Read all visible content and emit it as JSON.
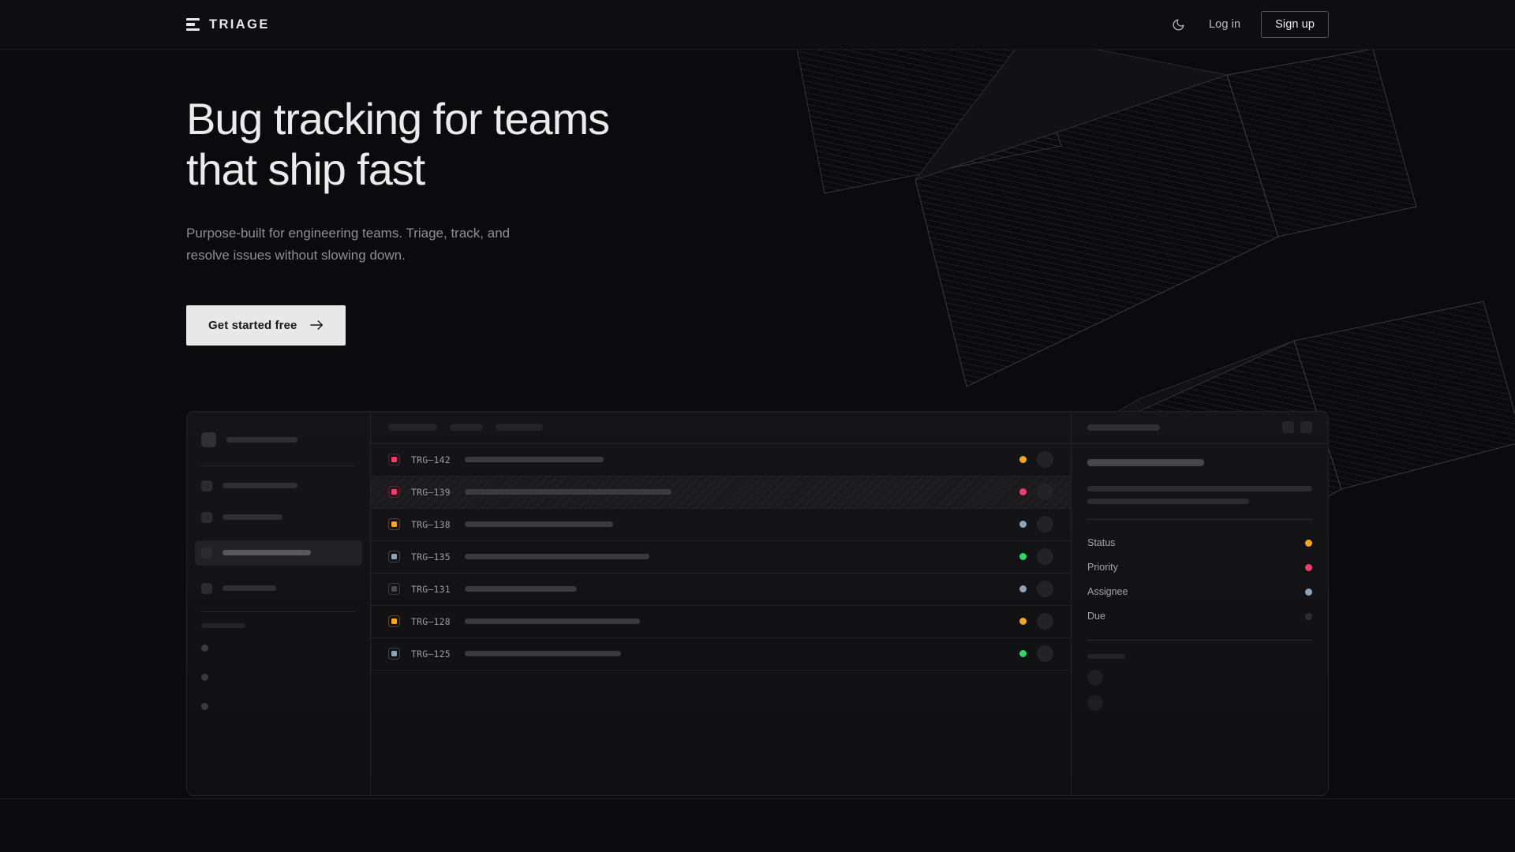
{
  "header": {
    "brand_name": "TRIAGE",
    "brand_icon": "stacked-bars-logo-icon",
    "theme_toggle_icon": "moon-icon",
    "login_label": "Log in",
    "signup_label": "Sign up"
  },
  "hero": {
    "title_line1": "Bug tracking for teams",
    "title_line2": "that ship fast",
    "subtitle_line1": "Purpose-built for engineering teams. Triage, track, and",
    "subtitle_line2": "resolve issues without slowing down.",
    "cta_label": "Get started free",
    "cta_icon": "arrow-right-icon"
  },
  "colors": {
    "page_bg": "#0b0b0d",
    "header_bg": "#0e0e10",
    "text_primary": "#ebebec",
    "text_muted": "#8e8e96",
    "cta_bg": "#e8e8e8",
    "cta_text": "#18181a",
    "border": "#242428",
    "status_orange": "#f5a623",
    "status_pink": "#f23c69",
    "status_green": "#2bd96a",
    "status_blue_gray": "#8fa3b8",
    "status_gray": "#4a4a50"
  },
  "mockup": {
    "sidebar": {
      "nav_items": [
        {
          "id": "nav-1",
          "active": false
        },
        {
          "id": "nav-2",
          "active": false
        },
        {
          "id": "nav-3",
          "active": true
        },
        {
          "id": "nav-4",
          "active": false
        }
      ],
      "mini_items": [
        "mini-1",
        "mini-2",
        "mini-3"
      ]
    },
    "list": {
      "header_chips": [
        62,
        42,
        60
      ],
      "rows": [
        {
          "id": "TRG–142",
          "priority_color": "#f23c69",
          "priority_border": "#5a2435",
          "title_width": 176,
          "status_color": "#f5a623",
          "striped": false
        },
        {
          "id": "TRG–139",
          "priority_color": "#f23c69",
          "priority_border": "#5a2435",
          "title_width": 262,
          "status_color": "#f23c69",
          "striped": true
        },
        {
          "id": "TRG–138",
          "priority_color": "#f5a623",
          "priority_border": "#5a4424",
          "title_width": 188,
          "status_color": "#8fa3b8",
          "striped": false
        },
        {
          "id": "TRG–135",
          "priority_color": "#8fa3b8",
          "priority_border": "#3a4450",
          "title_width": 234,
          "status_color": "#2bd96a",
          "striped": false
        },
        {
          "id": "TRG–131",
          "priority_color": "#4a4a50",
          "priority_border": "#3a3a40",
          "title_width": 142,
          "status_color": "#8fa3b8",
          "striped": false
        },
        {
          "id": "TRG–128",
          "priority_color": "#f5a623",
          "priority_border": "#5a4424",
          "title_width": 222,
          "status_color": "#f5a623",
          "striped": false
        },
        {
          "id": "TRG–125",
          "priority_color": "#8fa3b8",
          "priority_border": "#3a4450",
          "title_width": 198,
          "status_color": "#2bd96a",
          "striped": false
        }
      ]
    },
    "detail": {
      "header_actions": [
        "action-1",
        "action-2"
      ],
      "description_line_widths": [
        285,
        205
      ],
      "meta": [
        {
          "label": "Status",
          "dot_color": "#f5a623"
        },
        {
          "label": "Priority",
          "dot_color": "#f23c69"
        },
        {
          "label": "Assignee",
          "dot_color": "#8fa3b8"
        },
        {
          "label": "Due",
          "dot_color": "#2e2e33"
        }
      ],
      "footer_avatars": [
        "avatar-1",
        "avatar-2"
      ]
    }
  }
}
